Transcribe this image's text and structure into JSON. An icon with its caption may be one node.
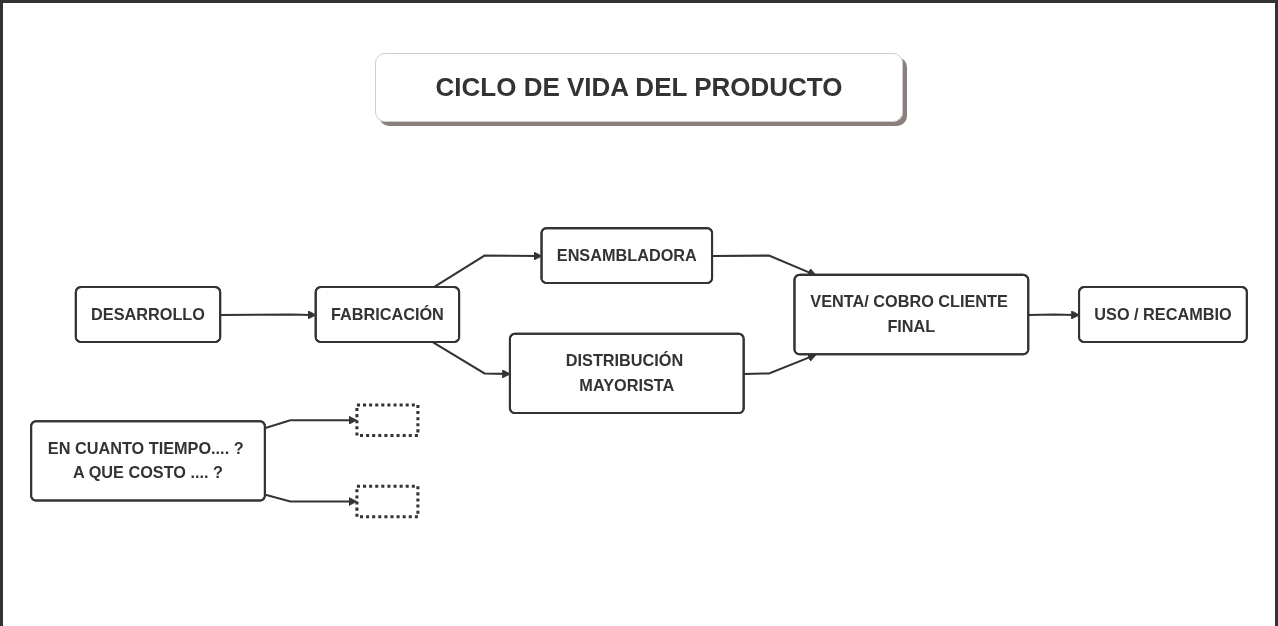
{
  "diagram": {
    "title": "CICLO DE VIDA DEL PRODUCTO",
    "nodes": [
      {
        "text": [
          "DESARROLLO"
        ]
      },
      {
        "text": [
          "FABRICACIÓN"
        ]
      },
      {
        "text": [
          "ENSAMBLADORA"
        ]
      },
      {
        "text": [
          "DISTRIBUCIÓN MAYORISTA"
        ]
      },
      {
        "text": [
          "VENTA/ COBRO CLIENTE FINAL"
        ]
      },
      {
        "text": [
          "USO / RECAMBIO"
        ]
      },
      {
        "text": [
          "EN CUANTO TIEMPO.... ? A QUE COSTO .... ?"
        ]
      },
      {
        "text": [],
        "shape": "bar"
      },
      {
        "text": [],
        "shape": "bar"
      }
    ],
    "edges": [
      {
        "from": 0,
        "to": 1,
        "arrow": "to"
      },
      {
        "from": 1,
        "to": 2,
        "arrow": "to"
      },
      {
        "from": 1,
        "to": 3,
        "arrow": "to"
      },
      {
        "from": 2,
        "to": 4,
        "arrow": "to"
      },
      {
        "from": 3,
        "to": 4,
        "arrow": "to"
      },
      {
        "from": 4,
        "to": 5,
        "arrow": "to"
      },
      {
        "from": 6,
        "to": 7,
        "arrow": "to"
      },
      {
        "from": 6,
        "to": 8,
        "arrow": "to"
      }
    ]
  }
}
